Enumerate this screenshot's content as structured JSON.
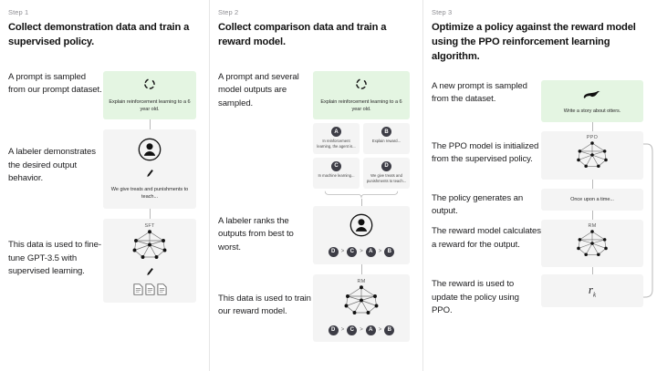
{
  "steps": [
    {
      "label": "Step 1",
      "title": "Collect demonstration data and train a supervised policy.",
      "captions": [
        "A prompt is sampled from our prompt dataset.",
        "A labeler demonstrates the desired output behavior.",
        "This data is used to fine-tune GPT-3.5 with supervised learning."
      ],
      "prompt_card": {
        "icon": "recycle-icon",
        "text": "Explain reinforcement learning to a 6 year old.",
        "color": "#e4f5e2"
      },
      "labeler_card": {
        "icon": "person-icon",
        "pen_icon": "pen-icon",
        "text": "We give treats and punishments to teach..."
      },
      "model_card": {
        "title": "SFT",
        "icon": "neural-network-icon",
        "pen_icon": "pen-icon",
        "docs_icon": "documents-icon"
      }
    },
    {
      "label": "Step 2",
      "title": "Collect comparison data and train a reward model.",
      "captions": [
        "A prompt and several model outputs are sampled.",
        "A labeler ranks the outputs from best to worst.",
        "This data is used to train our reward model."
      ],
      "prompt_card": {
        "icon": "recycle-icon",
        "text": "Explain reinforcement learning to a 6 year old.",
        "color": "#e4f5e2"
      },
      "outputs": [
        {
          "badge": "A",
          "text": "In reinforcement learning, the agent is..."
        },
        {
          "badge": "B",
          "text": "Explain reward..."
        },
        {
          "badge": "C",
          "text": "In machine learning..."
        },
        {
          "badge": "D",
          "text": "We give treats and punishments to teach..."
        }
      ],
      "ranking": [
        "D",
        "C",
        "A",
        "B"
      ],
      "ranking_separator": ">",
      "labeler_card": {
        "icon": "person-icon"
      },
      "reward_card": {
        "title": "RM",
        "icon": "neural-network-icon"
      }
    },
    {
      "label": "Step 3",
      "title": "Optimize a policy against the reward model using the PPO reinforcement learning algorithm.",
      "captions": [
        "A new prompt is sampled from the dataset.",
        "The PPO model is initialized from the supervised policy.",
        "The policy generates an output.",
        "The reward model calculates a reward for the output.",
        "The reward is used to update the policy using PPO."
      ],
      "prompt_card": {
        "icon": "otter-icon",
        "text": "Write a story about otters.",
        "color": "#e4f5e2"
      },
      "ppo_card": {
        "title": "PPO",
        "icon": "neural-network-icon"
      },
      "output_card": {
        "text": "Once upon a time..."
      },
      "rm_card": {
        "title": "RM",
        "icon": "neural-network-icon"
      },
      "reward_card": {
        "symbol": "r",
        "subscript": "k"
      }
    }
  ],
  "colors": {
    "prompt_green": "#e4f5e2",
    "card_gray": "#f4f4f4",
    "badge_dark": "#3d3d46",
    "arrow_gray": "#b9b9b9",
    "divider": "#e6e6e6"
  }
}
